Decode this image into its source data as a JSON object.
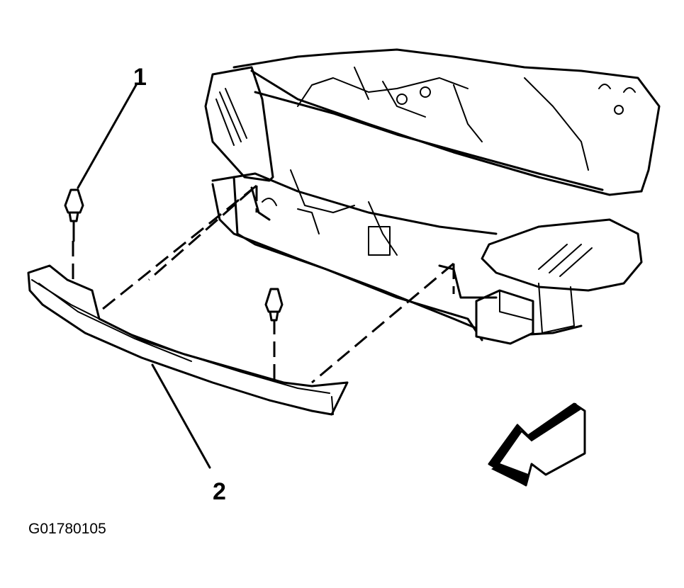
{
  "diagram": {
    "callouts": [
      {
        "id": "1",
        "label": "1"
      },
      {
        "id": "2",
        "label": "2"
      }
    ],
    "figure_id": "G01780105",
    "direction_arrow": "arrow-icon"
  }
}
